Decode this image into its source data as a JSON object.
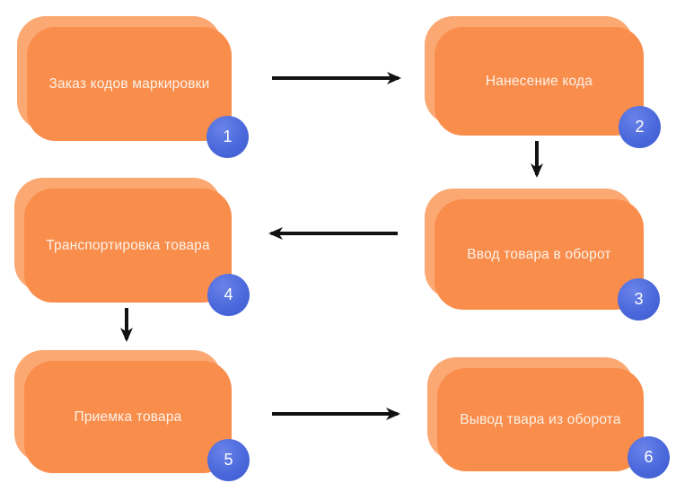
{
  "steps": [
    {
      "number": "1",
      "label": "Заказ кодов маркировки"
    },
    {
      "number": "2",
      "label": "Нанесение кода"
    },
    {
      "number": "3",
      "label": "Ввод товара в оборот"
    },
    {
      "number": "4",
      "label": "Транспортировка товара"
    },
    {
      "number": "5",
      "label": "Приемка товара"
    },
    {
      "number": "6",
      "label": "Вывод твара из оборота"
    }
  ],
  "flow": {
    "connections": [
      {
        "from": "1",
        "to": "2",
        "direction": "right"
      },
      {
        "from": "2",
        "to": "3",
        "direction": "down"
      },
      {
        "from": "3",
        "to": "4",
        "direction": "left"
      },
      {
        "from": "4",
        "to": "5",
        "direction": "down"
      },
      {
        "from": "5",
        "to": "6",
        "direction": "right"
      }
    ]
  },
  "colors": {
    "card_front": "#F98D4C",
    "card_back": "#FBA873",
    "badge_blue": "#4B69DC",
    "badge_text": "#FFFFFF",
    "label_text": "#FDF2E8",
    "arrow": "#121212",
    "background": "#FFFFFF"
  }
}
